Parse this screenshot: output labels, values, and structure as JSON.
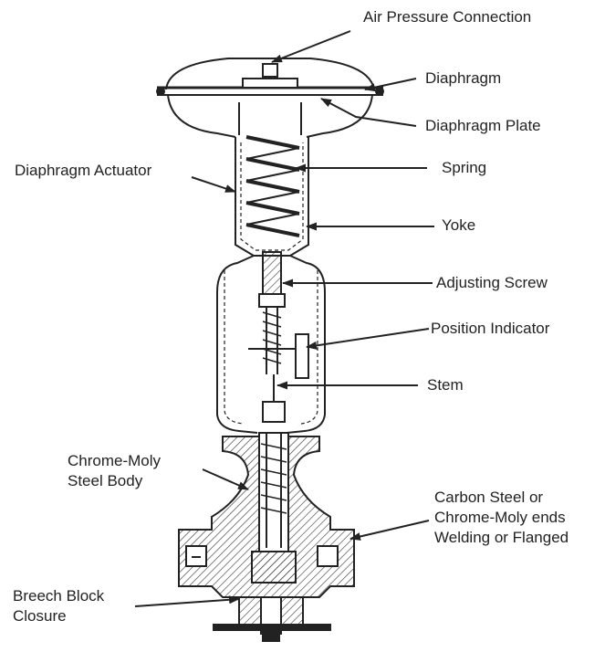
{
  "labels": {
    "air_pressure_connection": "Air Pressure Connection",
    "diaphragm": "Diaphragm",
    "diaphragm_plate": "Diaphragm Plate",
    "diaphragm_actuator": "Diaphragm Actuator",
    "spring": "Spring",
    "yoke": "Yoke",
    "adjusting_screw": "Adjusting Screw",
    "position_indicator": "Position Indicator",
    "stem": "Stem",
    "body": [
      "Chrome-Moly",
      "Steel Body"
    ],
    "ends": [
      "Carbon Steel or",
      "Chrome-Moly ends",
      "Welding or Flanged"
    ],
    "breech": [
      "Breech Block",
      "Closure"
    ]
  },
  "colors": {
    "line": "#222222",
    "background": "#ffffff"
  }
}
